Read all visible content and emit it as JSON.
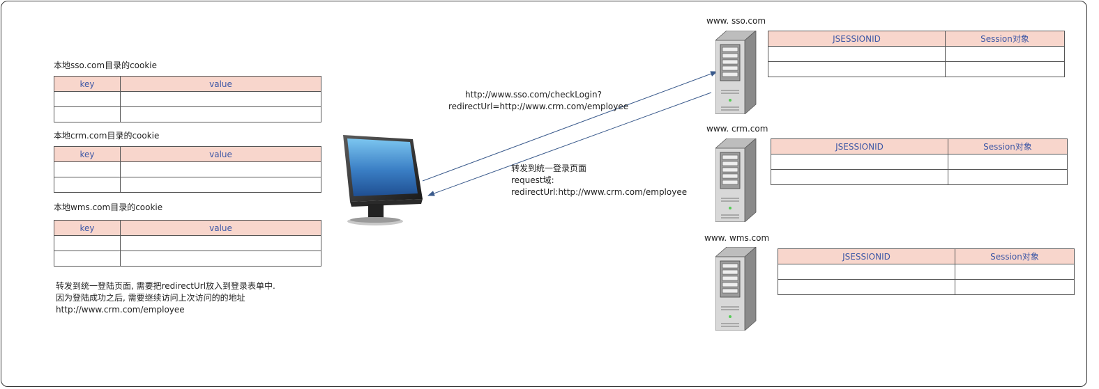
{
  "left": {
    "cookies": [
      {
        "title": "本地sso.com目录的cookie",
        "key_header": "key",
        "value_header": "value"
      },
      {
        "title": "本地crm.com目录的cookie",
        "key_header": "key",
        "value_header": "value"
      },
      {
        "title": "本地wms.com目录的cookie",
        "key_header": "key",
        "value_header": "value"
      }
    ],
    "note": {
      "line1": "转发到统一登陆页面, 需要把redirectUrl放入到登录表单中.",
      "line2": "因为登陆成功之后, 需要继续访问上次访问的的地址",
      "line3": "http://www.crm.com/employee"
    }
  },
  "center": {
    "request_label": {
      "line1": "http://www.sso.com/checkLogin?",
      "line2": "redirectUrl=http://www.crm.com/employee"
    },
    "response_label": {
      "line1": "转发到统一登录页面",
      "line2": "request域:",
      "line3": "redirectUrl:http://www.crm.com/employee"
    }
  },
  "servers": [
    {
      "name": "www. sso.com",
      "col1": "JSESSIONID",
      "col2": "Session对象"
    },
    {
      "name": "www. crm.com",
      "col1": "JSESSIONID",
      "col2": "Session对象"
    },
    {
      "name": "www. wms.com",
      "col1": "JSESSIONID",
      "col2": "Session对象"
    }
  ],
  "colors": {
    "header_fill": "#f8d6cc",
    "header_text": "#3e58a6",
    "arrow": "#3a5a8c"
  }
}
